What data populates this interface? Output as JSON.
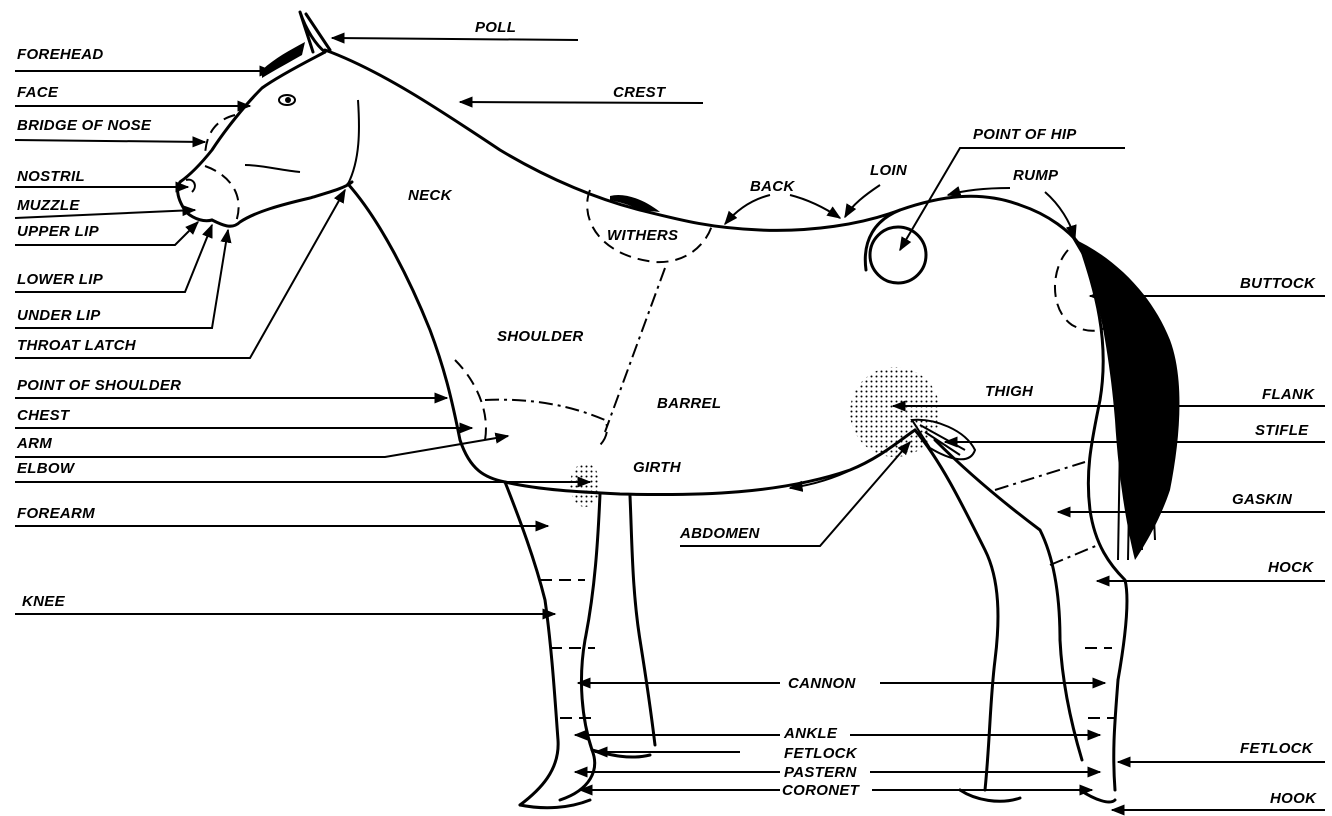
{
  "labels": {
    "poll": "POLL",
    "forehead": "FOREHEAD",
    "face": "FACE",
    "bridge_of_nose": "BRIDGE OF NOSE",
    "crest": "CREST",
    "nostril": "NOSTRIL",
    "muzzle": "MUZZLE",
    "upper_lip": "UPPER LIP",
    "lower_lip": "LOWER LIP",
    "under_lip": "UNDER LIP",
    "throat_latch": "THROAT LATCH",
    "neck": "NECK",
    "withers": "WITHERS",
    "back": "BACK",
    "loin": "LOIN",
    "point_of_hip": "POINT OF HIP",
    "rump": "RUMP",
    "buttock": "BUTTOCK",
    "shoulder": "SHOULDER",
    "point_of_shoulder": "POINT OF SHOULDER",
    "chest": "CHEST",
    "arm": "ARM",
    "elbow": "ELBOW",
    "barrel": "BARREL",
    "girth": "GIRTH",
    "thigh": "THIGH",
    "flank": "FLANK",
    "stifle": "STIFLE",
    "gaskin": "GASKIN",
    "forearm": "FOREARM",
    "abdomen": "ABDOMEN",
    "hock": "HOCK",
    "knee": "KNEE",
    "cannon": "CANNON",
    "ankle": "ANKLE",
    "fetlock_center": "FETLOCK",
    "fetlock_right": "FETLOCK",
    "pastern": "PASTERN",
    "coronet": "CORONET",
    "hook": "HOOK"
  }
}
